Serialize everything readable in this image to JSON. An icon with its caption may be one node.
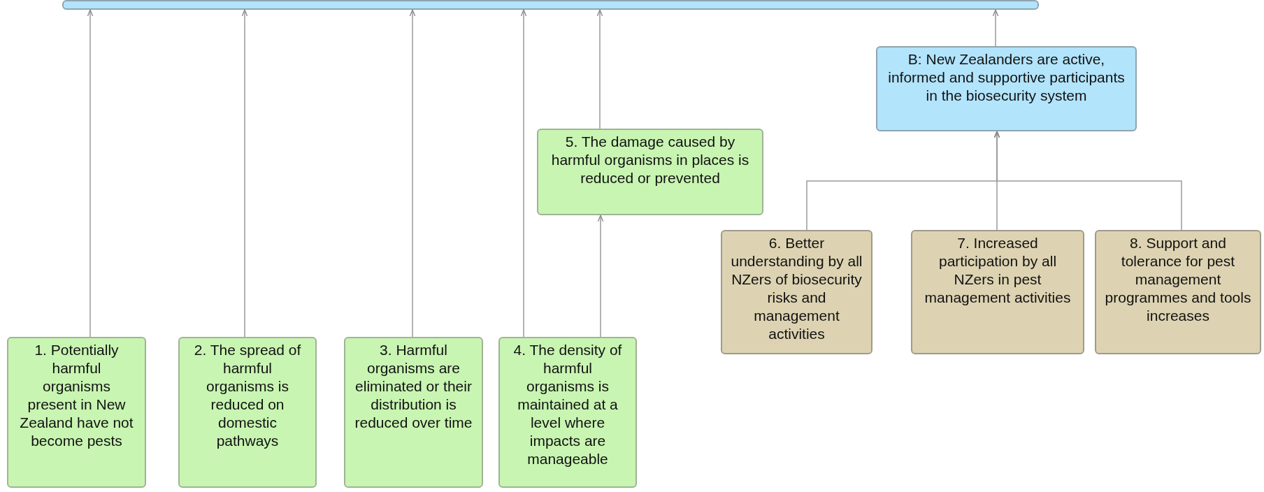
{
  "diagram": {
    "nodes": [
      {
        "text": [],
        "shape": "box"
      },
      {
        "text": [
          "1. Potentially harmful organisms present in New Zealand have not become pests"
        ]
      },
      {
        "text": [
          "2. The spread of harmful organisms is reduced on domestic pathways"
        ]
      },
      {
        "text": [
          "3. Harmful organisms are eliminated or their distribution is reduced over time"
        ]
      },
      {
        "text": [
          "4. The density of harmful organisms is maintained at a level where impacts are manageable"
        ]
      },
      {
        "text": [
          "5. The damage caused by harmful organisms in places is reduced or prevented"
        ]
      },
      {
        "text": [
          "B: New Zealanders are active, informed and supportive participants in the biosecurity system"
        ]
      },
      {
        "text": [
          "6. Better understanding by all NZers of biosecurity risks and management activities"
        ]
      },
      {
        "text": [
          "7. Increased participation by all NZers in pest management activities"
        ]
      },
      {
        "text": [
          "8. Support and tolerance for pest management programmes and tools increases"
        ]
      }
    ],
    "edges": [
      {
        "from": 1,
        "to": 0,
        "arrow": "to"
      },
      {
        "from": 2,
        "to": 0,
        "arrow": "to"
      },
      {
        "from": 3,
        "to": 0,
        "arrow": "to"
      },
      {
        "from": 4,
        "to": 0,
        "arrow": "to"
      },
      {
        "from": 4,
        "to": 5,
        "arrow": "to"
      },
      {
        "from": 5,
        "to": 0,
        "arrow": "to"
      },
      {
        "from": 6,
        "to": 0,
        "arrow": "to"
      },
      {
        "from": 7,
        "to": 6,
        "arrow": "to"
      },
      {
        "from": 8,
        "to": 6,
        "arrow": "to"
      },
      {
        "from": 9,
        "to": 6,
        "arrow": "to"
      }
    ]
  }
}
